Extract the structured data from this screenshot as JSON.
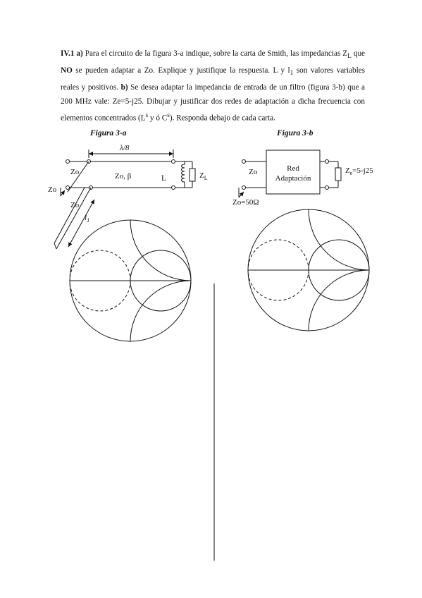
{
  "problem": {
    "number": "IV.1",
    "part_a_label": "a)",
    "text_1": " Para el circuito de la figura 3-a indique, sobre la carta de Smith, las impedancias Z",
    "zl_sub": "L",
    "text_2": " que ",
    "no": "NO",
    "text_3": " se pueden adaptar a Zo. Explique y justifique la respuesta. L y l",
    "l1_sub": "1",
    "text_4": " son valores variables reales y positivos. ",
    "part_b_label": "b)",
    "text_5": " Se desea adaptar la impedancia de entrada de un filtro (figura 3-b) que a 200 MHz vale: Ze=5-j25. Dibujar y justificar dos redes de adaptación a dicha frecuencia con elementos concentrados (L",
    "sup_s1": "s",
    "text_6": " y ó C",
    "sup_s2": "s",
    "text_7": "). Responda debajo de cada carta."
  },
  "figure_a": {
    "title": "Figura 3-a",
    "lambda_label": "λ/8",
    "zo_top": "Zo",
    "line_label": "Zo, β",
    "l_label": "L",
    "zl_label": "Z",
    "zl_sub": "L",
    "zo_left": "Zo",
    "zo_stub": "Zo",
    "l1_label": "l",
    "l1_sub": "1"
  },
  "figure_b": {
    "title": "Figura 3-b",
    "zo_label": "Zo",
    "box_line1": "Red",
    "box_line2": "Adaptación",
    "ze_label": "Z",
    "ze_sub": "e",
    "ze_value": "=5-j25",
    "source_label": "Zo=50Ω"
  }
}
